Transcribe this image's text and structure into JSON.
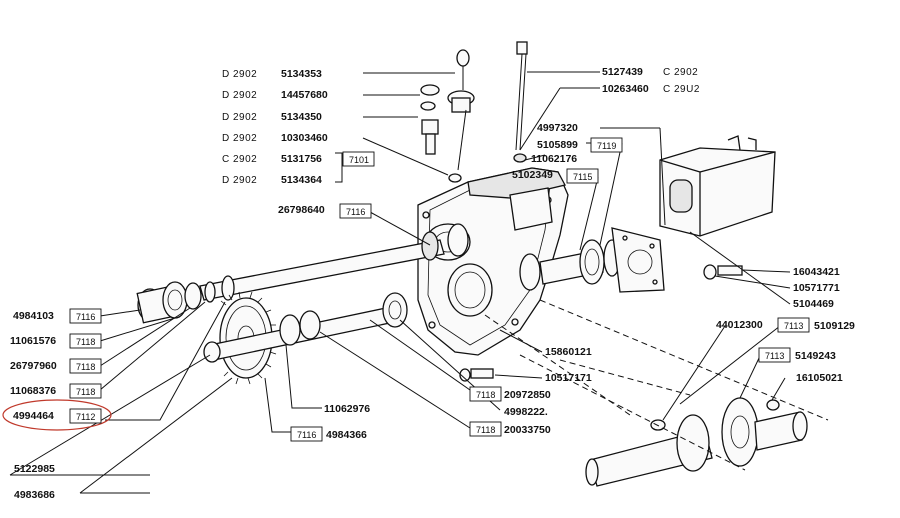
{
  "diagram": {
    "labels_left": {
      "l1": "4984103",
      "l2": "11061576",
      "l3": "26797960",
      "l4": "11068376",
      "l5": "4994464",
      "l6": "5122985",
      "l7": "4983686"
    },
    "boxes_left": {
      "b1": "7116",
      "b2": "7118",
      "b3": "7118",
      "b4": "7118",
      "b5": "7112"
    },
    "top_left_codes": {
      "c1": "D 2902",
      "c2": "D 2902",
      "c3": "D 2902",
      "c4": "D 2902",
      "c5": "C 2902",
      "c6": "D 2902"
    },
    "top_left_parts": {
      "p1": "5134353",
      "p2": "14457680",
      "p3": "5134350",
      "p4": "10303460",
      "p5": "5131756",
      "p6": "5134364"
    },
    "top_left_box": "7101",
    "mid_left": {
      "part": "26798640",
      "box": "7116"
    },
    "top_right": {
      "p1": "5127439",
      "c1": "C 2902",
      "p2": "10263460",
      "c2": "C 29U2",
      "p3": "4997320",
      "p4": "5105899",
      "b4": "7119",
      "p5": "11062176",
      "p6": "5102349",
      "b6": "7115"
    },
    "right": {
      "p1": "16043421",
      "p2": "10571771",
      "p3": "5104469"
    },
    "lower_right": {
      "p1": "44012300",
      "b1": "7113",
      "p1b": "5109129",
      "b2": "7113",
      "p2": "5149243",
      "p3": "16105021"
    },
    "center": {
      "p1": "15860121",
      "p2": "10517171",
      "b3": "7118",
      "p3": "20972850",
      "p4": "4998222.",
      "b5": "7118",
      "p5": "20033750"
    },
    "bottom": {
      "p1": "11062976",
      "b2": "7116",
      "p2": "4984366"
    }
  }
}
